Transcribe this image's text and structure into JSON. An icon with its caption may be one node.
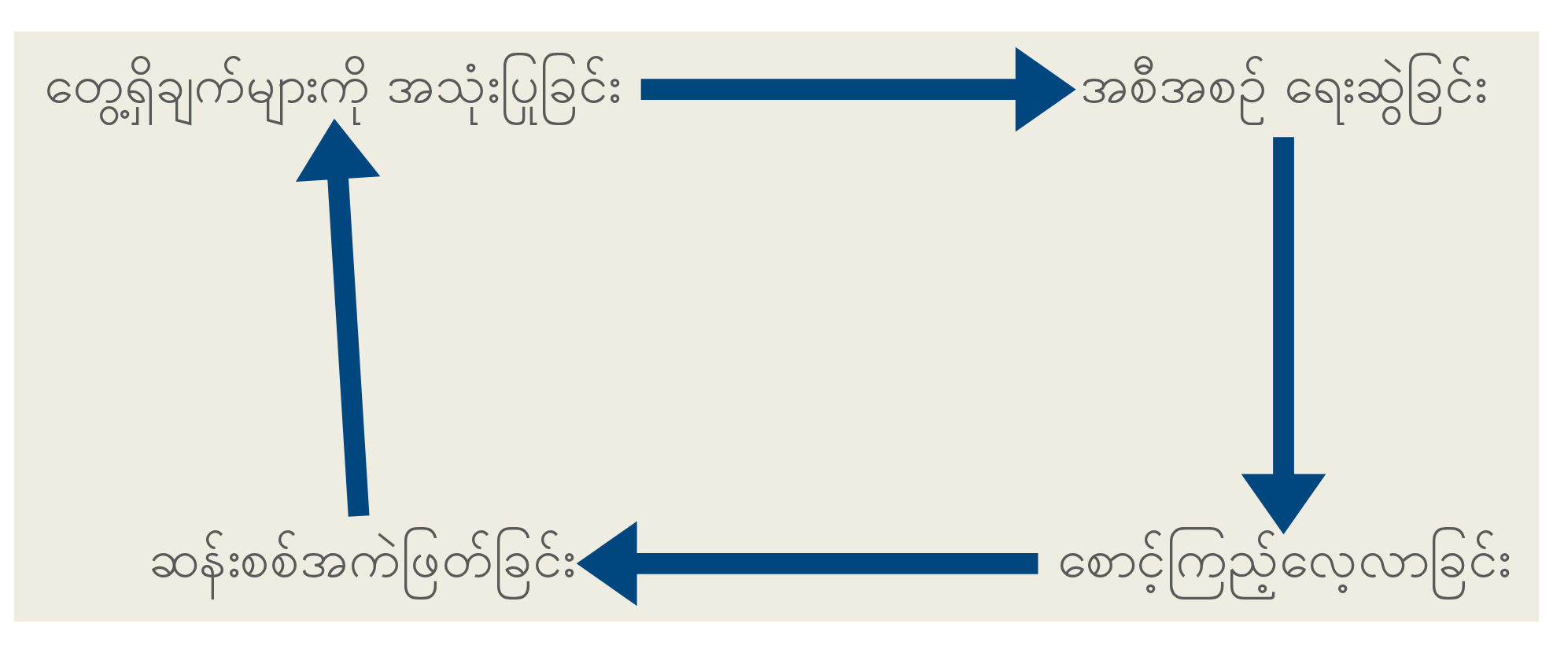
{
  "diagram": {
    "nodes": [
      {
        "text": [
          "တွေ့ရှိချက်များကို အသုံးပြုခြင်း"
        ]
      },
      {
        "text": [
          "အစီအစဉ် ရေးဆွဲခြင်း"
        ]
      },
      {
        "text": [
          "ဆန်းစစ်အကဲဖြတ်ခြင်း"
        ]
      },
      {
        "text": [
          "စောင့်ကြည့်လေ့လာခြင်း"
        ]
      }
    ],
    "edges": [
      {
        "from": 0,
        "to": 1,
        "arrow": "to"
      },
      {
        "from": 1,
        "to": 3,
        "arrow": "to"
      },
      {
        "from": 3,
        "to": 2,
        "arrow": "to"
      },
      {
        "from": 2,
        "to": 0,
        "arrow": "to"
      }
    ]
  }
}
